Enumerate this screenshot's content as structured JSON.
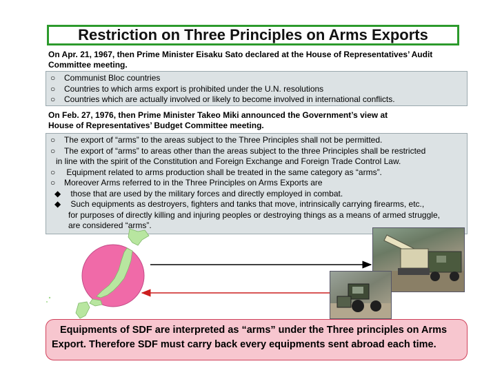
{
  "title": "Restriction on Three Principles on Arms Exports",
  "intro1": {
    "line1": "On Apr. 21, 1967, then Prime Minister Eisaku Sato declared at the House of Representatives’ Audit",
    "line2": "Committee meeting."
  },
  "list1": [
    {
      "mark": "○",
      "text": "Communist Bloc countries"
    },
    {
      "mark": "○",
      "text": "Countries to which arms export is prohibited under the U.N. resolutions"
    },
    {
      "mark": "○",
      "text": "Countries which are actually involved or likely to become involved in international conflicts."
    }
  ],
  "intro2": {
    "line1": "On Feb. 27, 1976, then Prime Minister Takeo Miki announced the Government’s view at",
    "line2": "House of Representatives’ Budget Committee meeting."
  },
  "list2": {
    "item1": {
      "mark": "○",
      "text": "The export of “arms” to  the areas subject to the Three Principles shall not be permitted."
    },
    "item2": {
      "mark": "○",
      "text": "The export of “arms” to areas other than the areas subject to the three Principles shall be restricted",
      "cont": "in line with the spirit of the Constitution and Foreign Exchange and Foreign Trade Control Law."
    },
    "item3": {
      "mark": "○",
      "text": " Equipment related to arms production shall be treated in the same category as “arms”."
    },
    "item4": {
      "mark": "○",
      "text": "Moreover Arms referred to in the Three Principles on Arms Exports are"
    },
    "sub1": {
      "mark": "◆",
      "text": " those that are used by the military forces and directly employed in combat."
    },
    "sub2": {
      "mark": "◆",
      "text": " Such equipments as destroyers, fighters and tanks that move, intrinsically carrying firearms, etc.,",
      "cont1": "for purposes of directly killing and injuring peoples or destroying things as a means of  armed struggle,",
      "cont2": "are considered “arms”."
    }
  },
  "bottom": {
    "line1": "Equipments of SDF are interpreted as “arms” under the Three principles on Arms",
    "line2": "Export. Therefore SDF must carry back every equipments sent abroad each time."
  },
  "colors": {
    "title_border": "#2c9a2c",
    "list_bg": "#dce2e4",
    "bottom_bg": "#f7c6cf",
    "bottom_border": "#d0405a",
    "arrow_out": "#000000",
    "arrow_back": "#cc1f1f",
    "japan_land": "#b8e6a0",
    "circle": "#f06aa8"
  }
}
